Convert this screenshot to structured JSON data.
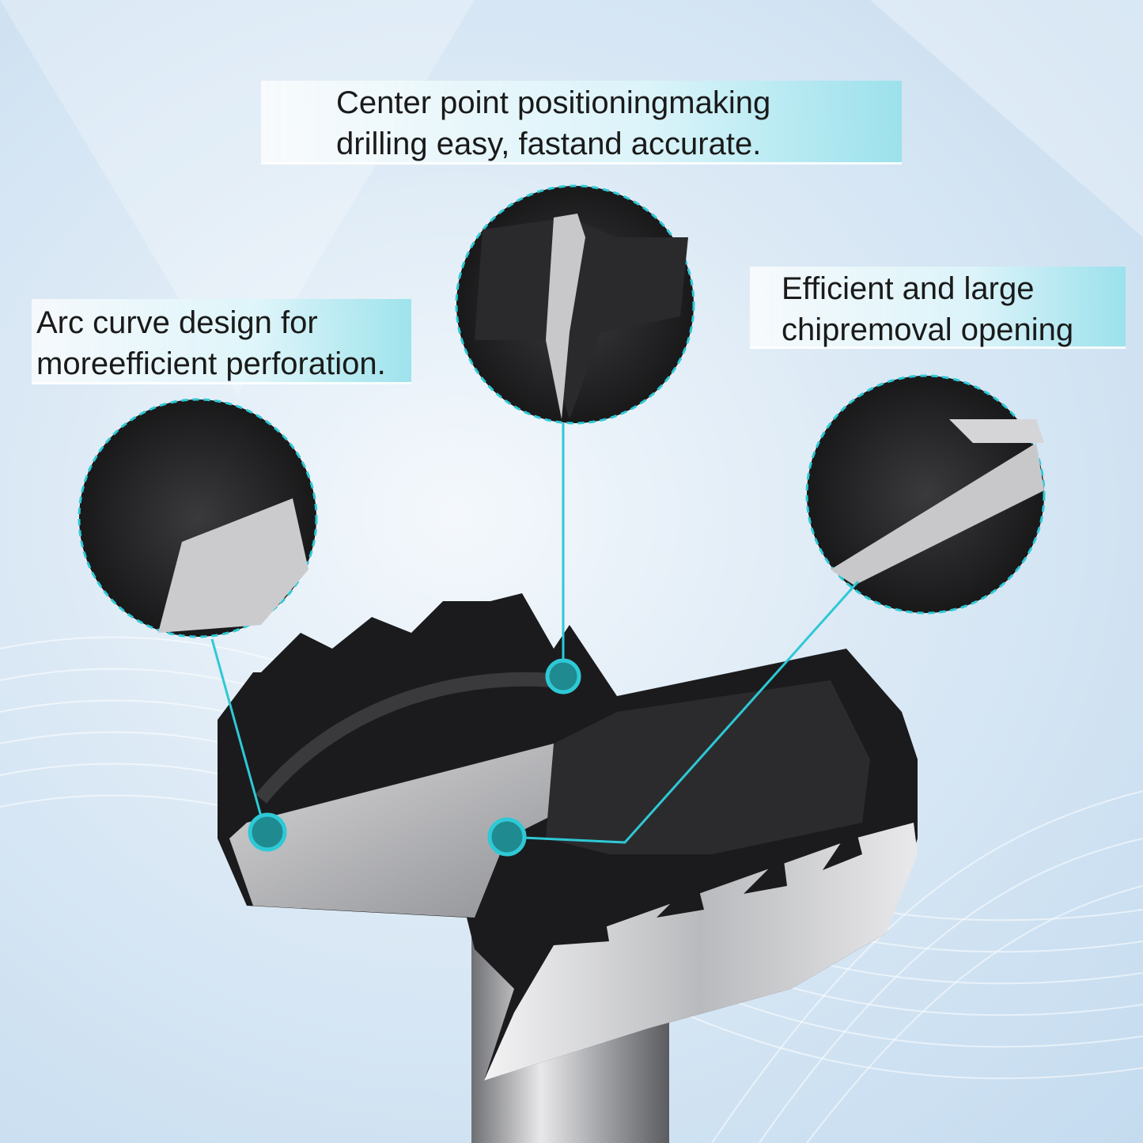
{
  "callouts": {
    "center_point": {
      "line1": "Center point positioningmaking",
      "line2": "drilling easy, fastand accurate."
    },
    "arc_curve": {
      "line1": "Arc curve design for",
      "line2": "moreefficient perforation."
    },
    "chip_removal": {
      "line1": "Efficient and large",
      "line2": "chipremoval opening"
    }
  },
  "colors": {
    "accent": "#2ec9d6",
    "steel_dark": "#1c1c1e",
    "steel_light": "#c9c9cc"
  }
}
